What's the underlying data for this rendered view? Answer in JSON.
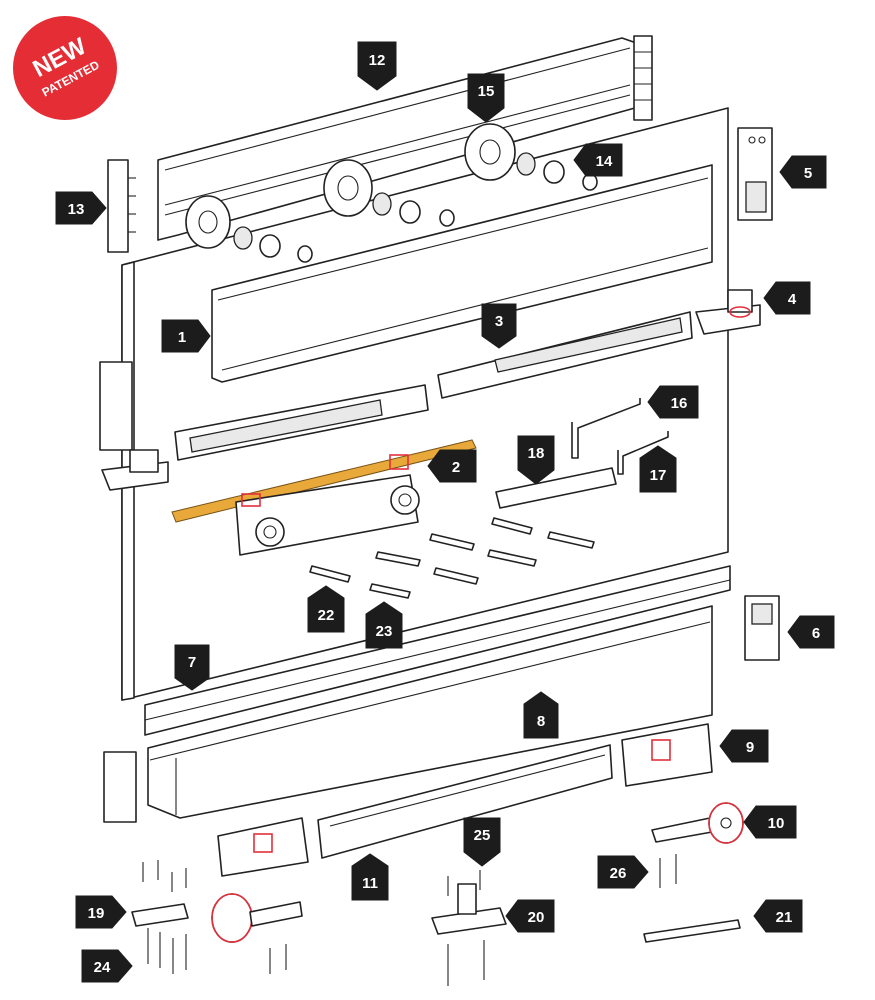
{
  "badge": {
    "line1": "NEW",
    "line2": "PATENTED",
    "color": "#e52d36"
  },
  "colors": {
    "callout": "#1c1c1c",
    "accent": "#e3303b",
    "rod": "#e8a93a"
  },
  "callouts": [
    "1",
    "2",
    "3",
    "4",
    "5",
    "6",
    "7",
    "8",
    "9",
    "10",
    "11",
    "12",
    "13",
    "14",
    "15",
    "16",
    "17",
    "18",
    "19",
    "20",
    "21",
    "22",
    "23",
    "24",
    "25",
    "26"
  ]
}
